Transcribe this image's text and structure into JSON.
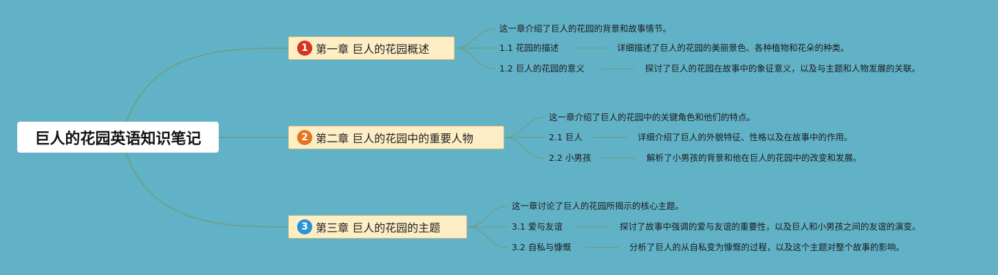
{
  "root": {
    "title": "巨人的花园英语知识笔记"
  },
  "chapters": [
    {
      "number": "1",
      "badge_color": "#d7341f",
      "title": "第一章 巨人的花园概述",
      "intro": "这一章介绍了巨人的花园的背景和故事情节。",
      "sections": [
        {
          "label": "1.1 花园的描述",
          "desc": "详细描述了巨人的花园的美丽景色、各种植物和花朵的种类。"
        },
        {
          "label": "1.2 巨人的花园的意义",
          "desc": "探讨了巨人的花园在故事中的象征意义，以及与主题和人物发展的关联。"
        }
      ]
    },
    {
      "number": "2",
      "badge_color": "#e8731f",
      "title": "第二章 巨人的花园中的重要人物",
      "intro": "这一章介绍了巨人的花园中的关键角色和他们的特点。",
      "sections": [
        {
          "label": "2.1 巨人",
          "desc": "详细介绍了巨人的外貌特征、性格以及在故事中的作用。"
        },
        {
          "label": "2.2 小男孩",
          "desc": "解析了小男孩的背景和他在巨人的花园中的改变和发展。"
        }
      ]
    },
    {
      "number": "3",
      "badge_color": "#2a93d5",
      "title": "第三章 巨人的花园的主题",
      "intro": "这一章讨论了巨人的花园所揭示的核心主题。",
      "sections": [
        {
          "label": "3.1 爱与友谊",
          "desc": "探讨了故事中强调的爱与友谊的重要性，以及巨人和小男孩之间的友谊的演变。"
        },
        {
          "label": "3.2 自私与慷慨",
          "desc": "分析了巨人的从自私变为慷慨的过程，以及这个主题对整个故事的影响。"
        }
      ]
    }
  ],
  "colors": {
    "background": "#62b2c7",
    "connector": "#6aa18b",
    "chapter_fill": "#fdeec6"
  }
}
